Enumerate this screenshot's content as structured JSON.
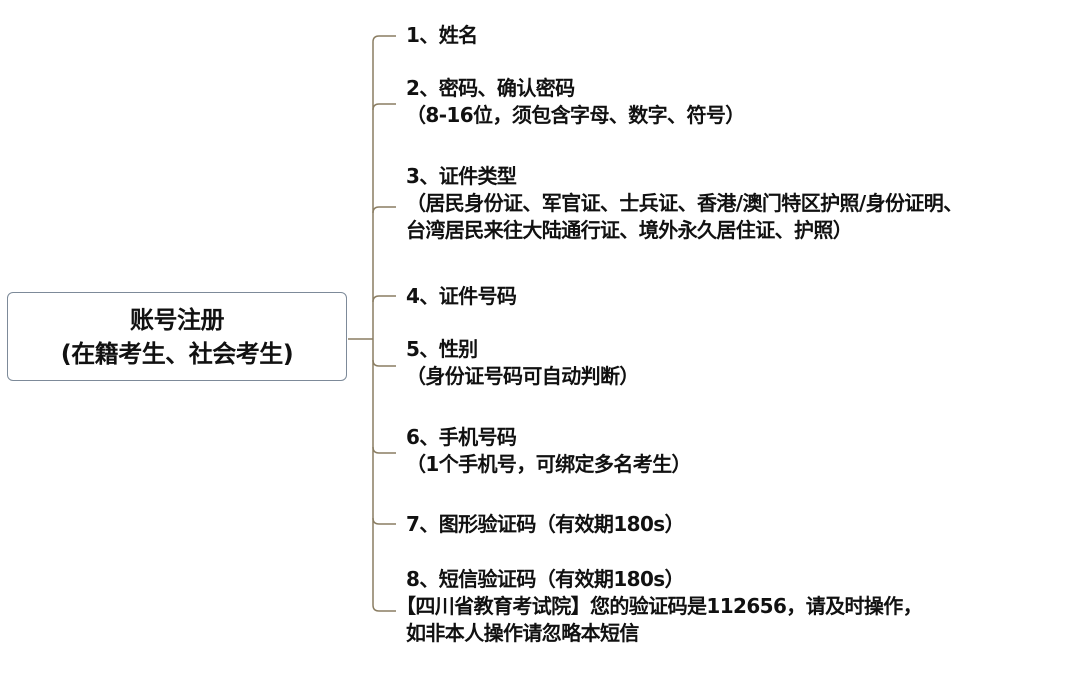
{
  "colors": {
    "connector": "#8a7d62",
    "root_border": "#7d8a99",
    "text": "#111111"
  },
  "root": {
    "line1": "账号注册",
    "line2": "(在籍考生、社会考生)"
  },
  "branches": [
    {
      "title": "1、姓名"
    },
    {
      "title": "2、密码、确认密码",
      "detail": "（8-16位，须包含字母、数字、符号）"
    },
    {
      "title": "3、证件类型",
      "detail": "（居民身份证、军官证、士兵证、香港/澳门特区护照/身份证明、",
      "detail2": "台湾居民来往大陆通行证、境外永久居住证、护照）"
    },
    {
      "title": "4、证件号码"
    },
    {
      "title": "5、性别",
      "detail": "（身份证号码可自动判断）"
    },
    {
      "title": "6、手机号码",
      "detail": "（1个手机号，可绑定多名考生）"
    },
    {
      "title": "7、图形验证码（有效期180s）"
    },
    {
      "title": "8、短信验证码（有效期180s）",
      "detail": "【四川省教育考试院】您的验证码是112656，请及时操作，",
      "detail2": "如非本人操作请忽略本短信"
    }
  ]
}
